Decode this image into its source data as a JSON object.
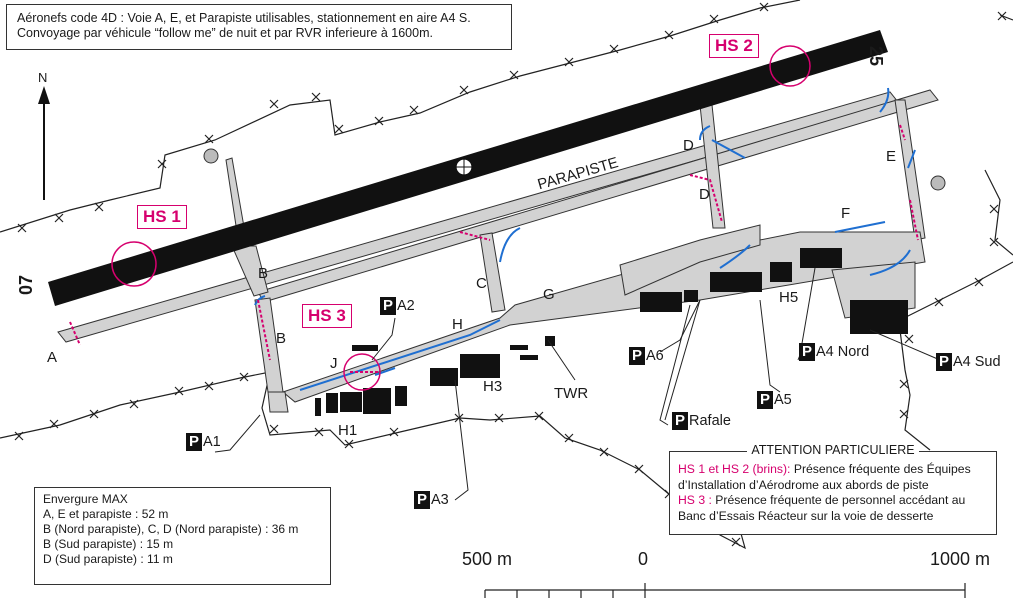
{
  "top_note": {
    "line1": "Aéronefs code 4D : Voie A, E, et Parapiste utilisables, stationnement en aire A4 S.",
    "line2": "Convoyage par véhicule “follow me” de nuit et par RVR inferieure à 1600m."
  },
  "north_label": "N",
  "runway": {
    "end_west": "07",
    "end_east": "25"
  },
  "hot_spots": {
    "hs1": "HS 1",
    "hs2": "HS 2",
    "hs3": "HS 3"
  },
  "labels": {
    "parapiste": "PARAPISTE",
    "a": "A",
    "b1": "B",
    "b2": "B",
    "c": "C",
    "d1": "D",
    "d2": "D",
    "e": "E",
    "f": "F",
    "g": "G",
    "h": "H",
    "j": "J",
    "h1": "H1",
    "h3": "H3",
    "h5": "H5",
    "twr": "TWR"
  },
  "parking": {
    "p_letter": "P",
    "a1": "A1",
    "a2": "A2",
    "a3": "A3",
    "a4n": "A4 Nord",
    "a4s": "A4 Sud",
    "a5": "A5",
    "a6": "A6",
    "rafale": "Rafale"
  },
  "wingspan": {
    "title": "Envergure MAX",
    "lines": [
      "A, E et parapiste : 52 m",
      "B (Nord parapiste), C, D (Nord parapiste) : 36 m",
      "B (Sud parapiste) : 15 m",
      "D (Sud parapiste) : 11 m"
    ]
  },
  "attention": {
    "title": "ATTENTION PARTICULIERE",
    "hs12_label": "HS 1 et HS 2 (brins):",
    "hs12_text": " Présence fréquente des Équipes d’Installation d’Aérodrome aux abords de piste",
    "hs3_label": "HS 3 :",
    "hs3_text": " Présence fréquente de personnel accédant au Banc d’Essais Réacteur sur la voie de desserte"
  },
  "scale": {
    "left": "500 m",
    "zero": "0",
    "right": "1000 m"
  },
  "colors": {
    "accent_magenta": "#d6006e",
    "route_blue": "#1f6fd1",
    "taxiway_fill": "#d2d2d2",
    "runway": "#111111"
  }
}
